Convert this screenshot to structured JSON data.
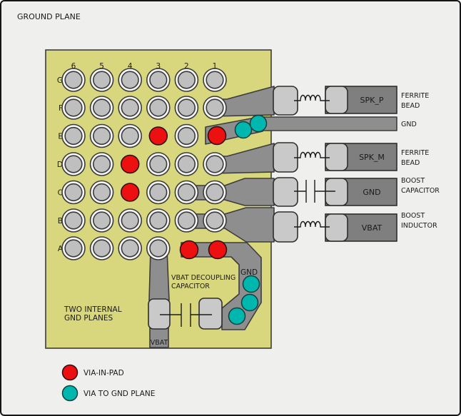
{
  "title": "GROUND PLANE",
  "colors": {
    "background": "#efefee",
    "board": "#d8d77e",
    "trace": "#8e8e8e",
    "block": "#7f7f7f",
    "pad_light": "#c9c9c9",
    "pad_disc": "#bfbfbf",
    "via_in_pad": "#ec1010",
    "via_to_gnd": "#00b7b0"
  },
  "grid": {
    "column_labels": [
      "6",
      "5",
      "4",
      "3",
      "2",
      "1"
    ],
    "row_labels": [
      "G",
      "F",
      "E",
      "D",
      "C",
      "B",
      "A"
    ],
    "via_in_pad_cells": [
      "E3",
      "D4",
      "C4"
    ],
    "skipped_cells": [
      "E1",
      "A2",
      "A1"
    ]
  },
  "right_panel": {
    "rows": [
      {
        "block_label": "SPK_P",
        "note": [
          "FERRITE",
          "BEAD"
        ]
      },
      {
        "block_label": "GND",
        "note": []
      },
      {
        "block_label": "SPK_M",
        "note": [
          "FERRITE",
          "BEAD"
        ]
      },
      {
        "block_label": "GND",
        "note": [
          "BOOST",
          "CAPACITOR"
        ]
      },
      {
        "block_label": "VBAT",
        "note": [
          "BOOST",
          "INDUCTOR"
        ]
      }
    ]
  },
  "board": {
    "decoupling_note": [
      "VBAT DECOUPLING",
      "CAPACITOR"
    ],
    "hook_gnd_label": "GND",
    "planes_note": [
      "TWO INTERNAL",
      "GND PLANES"
    ],
    "vbat_trace_label": "VBAT"
  },
  "legend": {
    "items": [
      {
        "label": "VIA-IN-PAD",
        "color": "#ec1010"
      },
      {
        "label": "VIA TO GND PLANE",
        "color": "#00b7b0"
      }
    ]
  }
}
